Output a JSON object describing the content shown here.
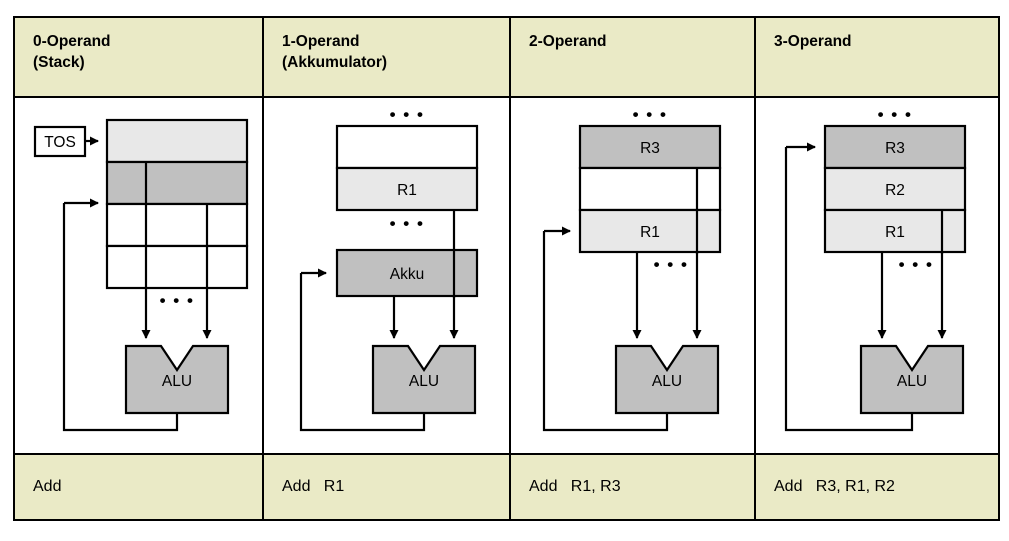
{
  "figure": {
    "kind": "operand-addressing-comparison-table"
  },
  "colors": {
    "header_background": "#eaeac6",
    "footer_background": "#eaeac6",
    "panel_background": "#ffffff",
    "border": "#000000",
    "fill_light": "#e8e8e8",
    "fill_medium": "#c0c0c0",
    "fill_white": "#ffffff",
    "alu_fill": "#c0c0c0"
  },
  "columns": [
    {
      "id": "zero-operand",
      "header": "0-Operand\n(Stack)",
      "instruction": "Add",
      "storage_name": "stack",
      "pointer_label": "TOS",
      "ellipsis_marks": [
        "bottom"
      ],
      "cells": [
        {
          "label": "",
          "fill": "#e8e8e8"
        },
        {
          "label": "",
          "fill": "#c0c0c0"
        },
        {
          "label": "",
          "fill": "#ffffff"
        },
        {
          "label": "",
          "fill": "#ffffff"
        }
      ],
      "alu_label": "ALU",
      "operand_sources": 2,
      "writeback_target": "stack-row-2"
    },
    {
      "id": "one-operand",
      "header": "1-Operand\n(Akkumulator)",
      "instruction": "Add   R1",
      "storage_name": "register-file",
      "pointer_label": "",
      "ellipsis_marks": [
        "top",
        "bottom"
      ],
      "cells": [
        {
          "label": "",
          "fill": "#ffffff"
        },
        {
          "label": "R1",
          "fill": "#e8e8e8"
        }
      ],
      "accumulator_label": "Akku",
      "alu_label": "ALU",
      "operand_sources": 2,
      "writeback_target": "accumulator"
    },
    {
      "id": "two-operand",
      "header": "2-Operand",
      "instruction": "Add   R1, R3",
      "storage_name": "register-file",
      "pointer_label": "",
      "ellipsis_marks": [
        "top",
        "bottom"
      ],
      "cells": [
        {
          "label": "R3",
          "fill": "#c0c0c0"
        },
        {
          "label": "",
          "fill": "#ffffff"
        },
        {
          "label": "R1",
          "fill": "#e8e8e8"
        }
      ],
      "alu_label": "ALU",
      "operand_sources": 2,
      "writeback_target": "register-R1"
    },
    {
      "id": "three-operand",
      "header": "3-Operand",
      "instruction": "Add   R3, R1, R2",
      "storage_name": "register-file",
      "pointer_label": "",
      "ellipsis_marks": [
        "top",
        "bottom"
      ],
      "cells": [
        {
          "label": "R3",
          "fill": "#c0c0c0"
        },
        {
          "label": "R2",
          "fill": "#e8e8e8"
        },
        {
          "label": "R1",
          "fill": "#e8e8e8"
        }
      ],
      "alu_label": "ALU",
      "operand_sources": 2,
      "writeback_target": "register-R3"
    }
  ],
  "glyphs": {
    "ellipsis": "• • •"
  }
}
